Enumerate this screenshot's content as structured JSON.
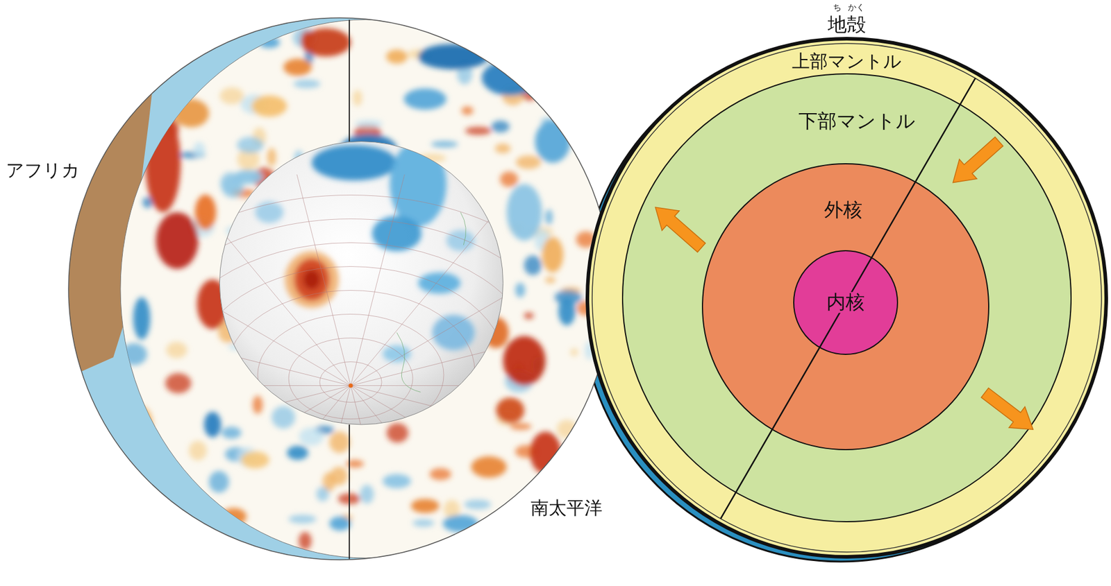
{
  "diagram": {
    "nodes": [
      {
        "text": [
          "地殻"
        ]
      },
      {
        "text": [
          "上部マントル"
        ],
        "in": 0
      },
      {
        "text": [
          "下部マントル"
        ],
        "in": 1
      },
      {
        "text": [
          "外核"
        ],
        "in": 2
      },
      {
        "text": [
          "内核"
        ],
        "in": 3
      }
    ],
    "labels": [
      "ち",
      "かく",
      "アフリカ",
      "南太平洋"
    ]
  }
}
